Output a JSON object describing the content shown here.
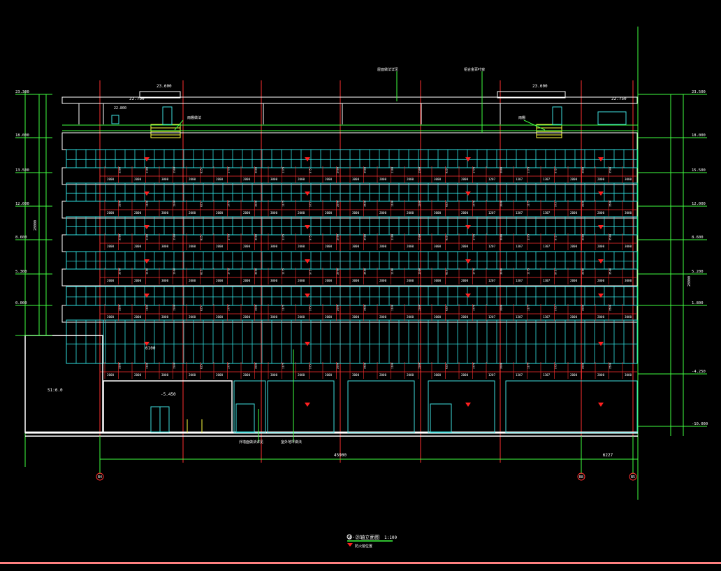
{
  "drawing": {
    "title": "⑭-㉑轴立面图",
    "scale": "1:100",
    "legend_label": "防火窗位置"
  },
  "elevations": {
    "left": [
      "23.300",
      "18.000",
      "13.500",
      "12.000",
      "8.600",
      "5.300",
      "0.000"
    ],
    "right": [
      "23.500",
      "18.000",
      "15.500",
      "12.000",
      "8.600",
      "5.200",
      "1.800",
      "-4.250",
      "-10.000"
    ],
    "roof": [
      "22.750",
      "23.600",
      "22.750",
      "23.600"
    ],
    "stair_top": "22.800",
    "basement_level": "-5.450"
  },
  "dims": {
    "left_total": "28000",
    "right_total": "28000",
    "bay_width": "6100",
    "overall_width": "45900",
    "right_bay": "6227",
    "area_label": "S1:6.0",
    "row_dims": [
      "2000",
      "2000",
      "3000",
      "2000",
      "2000",
      "2000",
      "3000",
      "2000",
      "2000",
      "3000",
      "2000",
      "2000",
      "3000",
      "2000",
      "1207",
      "1307",
      "1307"
    ],
    "vertical": [
      "1775",
      "3500",
      "3000",
      "1100",
      "1175",
      "1900",
      "975",
      "825",
      "2000"
    ]
  },
  "axes": [
    "B4",
    "B8",
    "B5"
  ],
  "notes": [
    "屋面做法详见",
    "铝合金百叶窗",
    "雨棚做法",
    "雨棚",
    "外墙面做法详见",
    "室外地坪做法"
  ]
}
